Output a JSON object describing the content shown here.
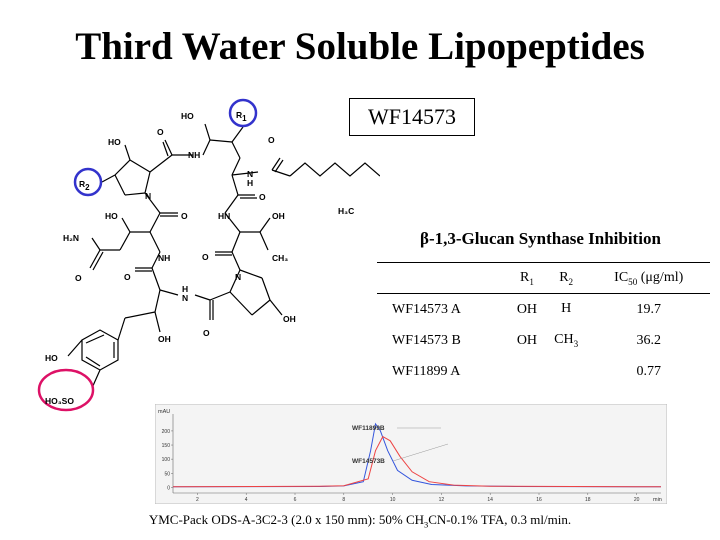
{
  "title": "Third Water Soluble Lipopeptides",
  "compound_label": "WF14573",
  "structure": {
    "labels": {
      "r1": "R",
      "r1_sub": "1",
      "r2": "R",
      "r2_sub": "2",
      "ho_top": "HO",
      "ho_left": "HO",
      "nh_top": "NH",
      "nh_right": "N",
      "h_right": "H",
      "n_ring_top": "N",
      "ho_mid": "HO",
      "hn_mid": "HN",
      "oh_mid": "OH",
      "h2n": "H₂N",
      "nh_mid": "NH",
      "ch3": "CH₃",
      "n_ring_bottom": "N",
      "h_bottom": "H",
      "n_bottom": "N",
      "oh_ring": "OH",
      "oh_lower": "OH",
      "ho_aryl": "HO",
      "sulfate": "HO₃SO",
      "h3c": "H₃C",
      "o1": "O",
      "o2": "O",
      "o3": "O",
      "o4": "O",
      "o5": "O",
      "o6": "O",
      "o7": "O",
      "o8": "O"
    },
    "circle_color_blue": "#3333cc",
    "circle_color_pink": "#dd1166"
  },
  "inhibition": {
    "title_symbol": "β",
    "title_text": "-1,3-Glucan Synthase Inhibition",
    "headers": {
      "r1": "R",
      "r1_sub": "1",
      "r2": "R",
      "r2_sub": "2",
      "ic": "IC",
      "ic_sub": "50",
      "ic_unit": "(μg/ml)"
    },
    "rows": [
      {
        "name": "WF14573 A",
        "r1": "OH",
        "r2": "H",
        "r2_sub": "",
        "ic50": "19.7"
      },
      {
        "name": "WF14573 B",
        "r1": "OH",
        "r2": "CH",
        "r2_sub": "3",
        "ic50": "36.2"
      },
      {
        "name": "WF11899 A",
        "r1": "",
        "r2": "",
        "r2_sub": "",
        "ic50": "0.77"
      }
    ]
  },
  "chart_data": {
    "type": "line",
    "title": "",
    "ylabel": "mAU",
    "xlabel": "min",
    "x_ticks": [
      "2",
      "4",
      "6",
      "8",
      "10",
      "12",
      "14",
      "16",
      "18",
      "20"
    ],
    "y_ticks": [
      "0",
      "50",
      "100",
      "150",
      "200"
    ],
    "xlim": [
      1,
      21
    ],
    "ylim": [
      -20,
      260
    ],
    "series": [
      {
        "name": "WF11899B",
        "color": "#3355dd",
        "x": [
          1,
          7,
          8,
          8.8,
          9.1,
          9.3,
          9.5,
          9.8,
          10.2,
          10.8,
          11.6,
          13,
          15,
          21
        ],
        "y": [
          2,
          3,
          5,
          20,
          130,
          225,
          200,
          130,
          60,
          25,
          10,
          5,
          3,
          2
        ]
      },
      {
        "name": "WF14573B",
        "color": "#ee4444",
        "x": [
          1,
          7,
          8,
          9,
          9.3,
          9.6,
          9.9,
          10.3,
          10.8,
          11.5,
          12.5,
          14,
          21
        ],
        "y": [
          2,
          4,
          6,
          30,
          130,
          180,
          165,
          110,
          55,
          20,
          8,
          4,
          2
        ]
      }
    ],
    "annotations": [
      "WF11899B",
      "WF14573B"
    ]
  },
  "footnote": {
    "part1": "YMC-Pack ODS-A-3C2-3 (2.0 x 150 mm): 50% CH",
    "sub1": "3",
    "part2": "CN-0.1% TFA, 0.3 ml/min."
  }
}
